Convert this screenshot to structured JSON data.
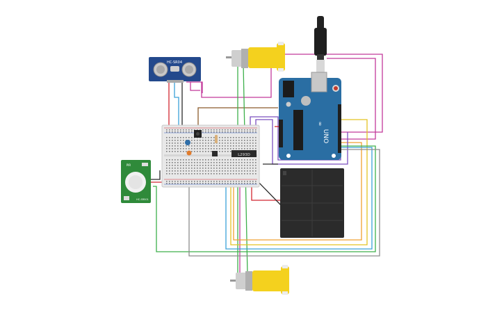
{
  "colors": {
    "background": "#ffffff",
    "wire_red": "#d22630",
    "wire_black": "#2a2a2a",
    "wire_magenta": "#c2399a",
    "wire_green": "#3db04b",
    "wire_orange": "#f0a030",
    "wire_yellow": "#e3c423",
    "wire_blue": "#3aa0d8",
    "wire_purple": "#7b4fbf",
    "wire_brown": "#8a5a2b",
    "wire_gray": "#8c8c8c",
    "arduino": "#2a6ea3",
    "motor_yellow": "#f4d11e",
    "pir_green": "#2f8a3a",
    "sonar_blue": "#23498c",
    "battery": "#2b2b2b",
    "breadboard": "#e8e8e8"
  },
  "components": {
    "ultrasonic_sensor": {
      "label": "HC-SR04"
    },
    "arduino": {
      "label": "UNO"
    },
    "ic_chip": {
      "label": "L293D"
    },
    "pir_sensor": {
      "label_top": "PIR",
      "label_bottom": "HC-SR501"
    },
    "motor_top": {},
    "motor_bottom": {},
    "battery_pack": {},
    "breadboard": {},
    "pushbutton": {},
    "resistor": {},
    "led": {},
    "capacitor": {}
  }
}
